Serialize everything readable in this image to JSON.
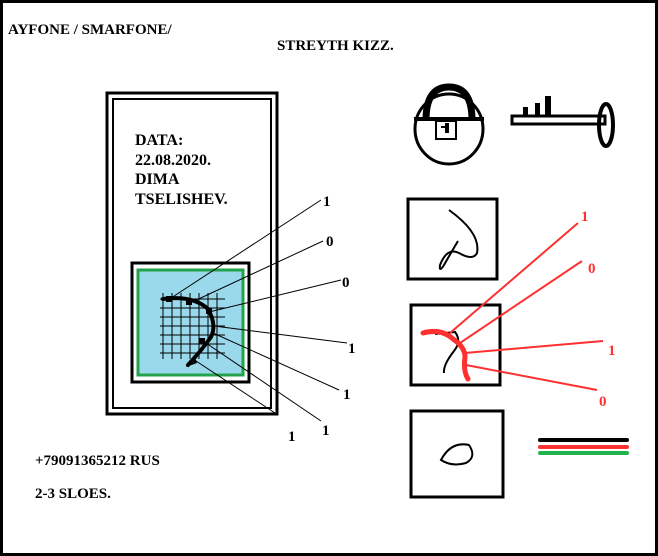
{
  "header": {
    "left": "AYFONE / SMARFONE/",
    "center": "STREYTH KIZZ."
  },
  "card": {
    "lines": [
      "DATA:",
      "22.08.2020.",
      "DIMA",
      "TSELISHEV."
    ]
  },
  "left_bits": [
    "1",
    "0",
    "0",
    "1",
    "1",
    "1",
    "1"
  ],
  "right_bits": [
    "1",
    "0",
    "1",
    "0"
  ],
  "footer": {
    "phone": "+79091365212 RUS",
    "sloes": "2-3 SLOES."
  },
  "colors": {
    "screen_fill": "#9ad8ec",
    "screen_border": "#22a24a",
    "red": "#ff3030",
    "green": "#22b14c"
  },
  "icons": [
    "padlock-icon",
    "key-icon"
  ]
}
